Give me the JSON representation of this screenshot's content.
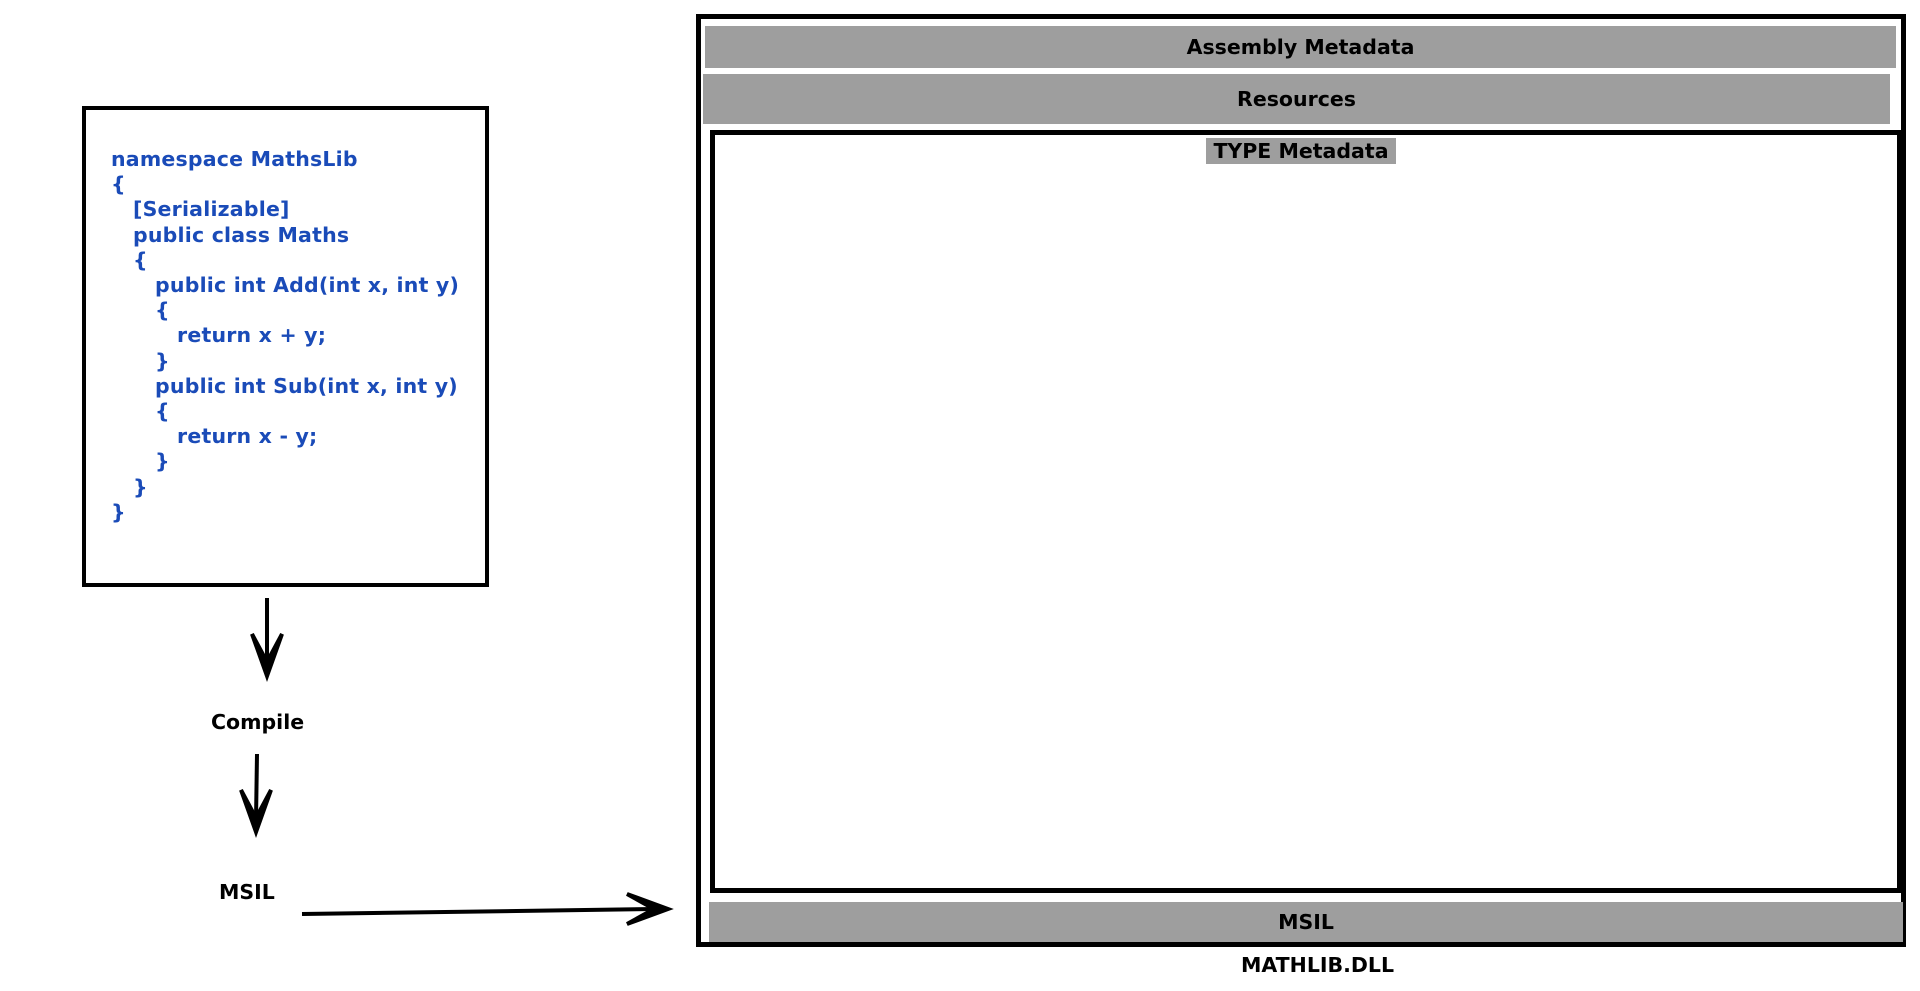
{
  "source_code": {
    "lines": [
      "namespace MathsLib",
      "{",
      "   [Serializable]",
      "   public class Maths",
      "   {",
      "      public int Add(int x, int y)",
      "      {",
      "         return x + y;",
      "      }",
      "      public int Sub(int x, int y)",
      "      {",
      "         return x - y;",
      "      }",
      "   }",
      "}"
    ],
    "text_color": "#1a4bb8"
  },
  "flow": {
    "compile_label": "Compile",
    "msil_label": "MSIL"
  },
  "dll": {
    "assembly_metadata_label": "Assembly Metadata",
    "resources_label": "Resources",
    "type_metadata_label": "TYPE Metadata",
    "msil_label": "MSIL",
    "caption": "MATHLIB.DLL",
    "bar_color": "#9e9e9e"
  }
}
